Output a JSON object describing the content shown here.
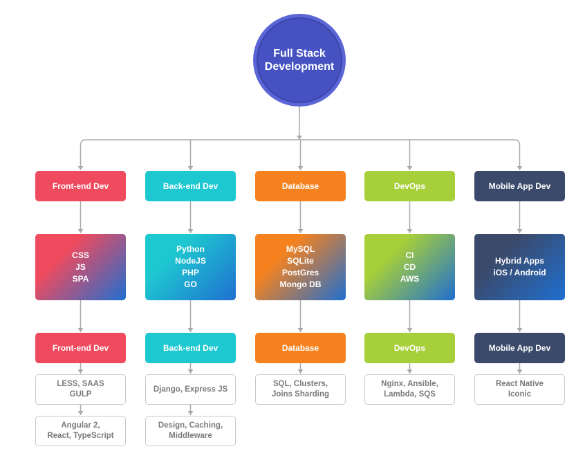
{
  "root": {
    "line1": "Full Stack",
    "line2": "Development"
  },
  "columns": [
    {
      "header": "Front-end Dev",
      "color": "#ef4a5e",
      "tech": [
        "CSS",
        "JS",
        "SPA"
      ],
      "subheader": "Front-end Dev",
      "items": [
        "LESS, SAAS\nGULP",
        "Angular 2,\nReact, TypeScript"
      ]
    },
    {
      "header": "Back-end Dev",
      "color": "#1ec8d0",
      "tech": [
        "Python",
        "NodeJS",
        "PHP",
        "GO"
      ],
      "subheader": "Back-end Dev",
      "items": [
        "Django, Express JS",
        "Design, Caching,\nMiddleware"
      ]
    },
    {
      "header": "Database",
      "color": "#f5821f",
      "tech": [
        "MySQL",
        "SQLite",
        "PostGres",
        "Mongo DB"
      ],
      "subheader": "Database",
      "items": [
        "SQL, Clusters,\nJoins Sharding"
      ]
    },
    {
      "header": "DevOps",
      "color": "#a6cf3a",
      "tech": [
        "CI",
        "CD",
        "AWS"
      ],
      "subheader": "DevOps",
      "items": [
        "Nginx, Ansible,\nLambda, SQS"
      ]
    },
    {
      "header": "Mobile App Dev",
      "color": "#3b4a6b",
      "tech": [
        "Hybrid Apps",
        "iOS / Android"
      ],
      "subheader": "Mobile App Dev",
      "items": [
        "React Native\nIconic"
      ]
    }
  ]
}
